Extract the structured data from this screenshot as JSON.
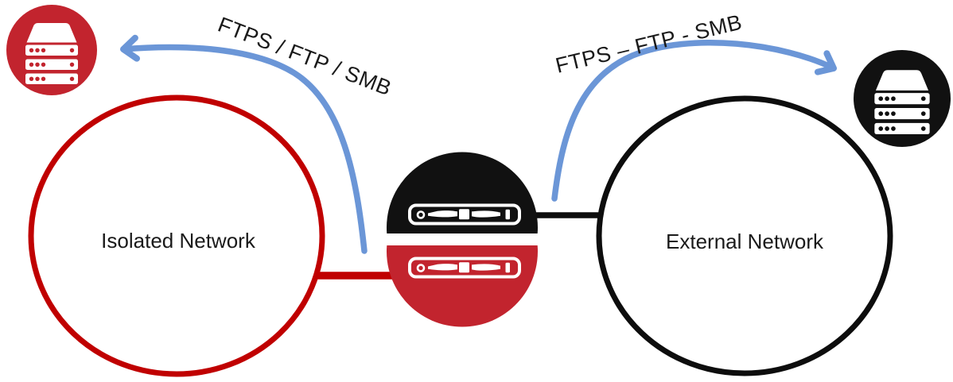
{
  "colors": {
    "outline_red": "#C00000",
    "fill_red": "#C2242E",
    "outline_black": "#0D0D0D",
    "fill_black": "#111111",
    "arrow_blue": "#6B96D7",
    "text_dark": "#1A1A1A",
    "icon_white": "#FFFFFF"
  },
  "nodes": {
    "isolated": {
      "label": "Isolated Network"
    },
    "external": {
      "label": "External Network"
    }
  },
  "flows": {
    "to_isolated": {
      "label": "FTPS / FTP / SMB"
    },
    "to_external": {
      "label": "FTPS – FTP - SMB"
    }
  },
  "icons": {
    "server_stack": "server-stack",
    "rack_server": "rack-server-1u"
  }
}
